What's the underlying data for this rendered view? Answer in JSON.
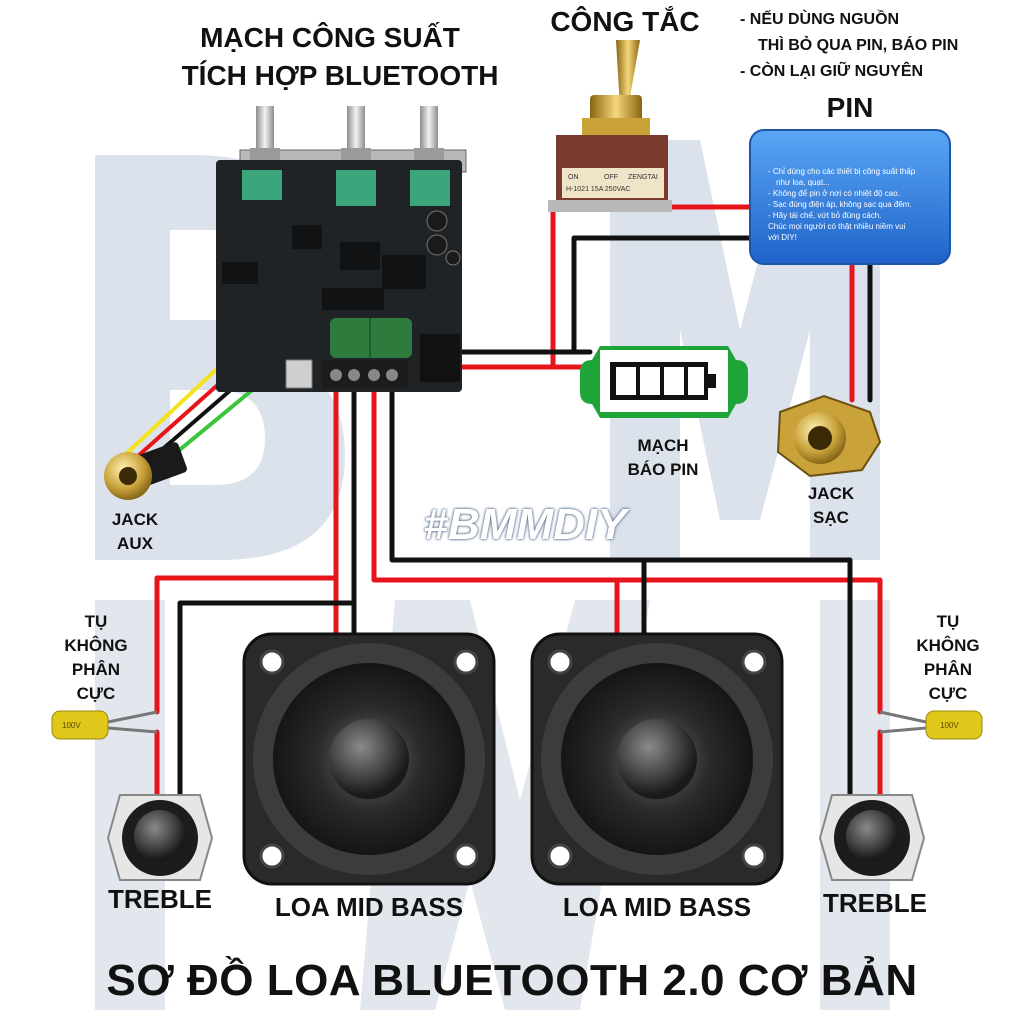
{
  "title": "SƠ ĐỒ LOA BLUETOOTH 2.0 CƠ BẢN",
  "watermark": "#BMMDIY",
  "labels": {
    "amp_line1": "MẠCH CÔNG SUẤT",
    "amp_line2": "TÍCH HỢP BLUETOOTH",
    "switch": "CÔNG TẮC",
    "battery": "PIN",
    "indicator_line1": "MẠCH",
    "indicator_line2": "BÁO PIN",
    "charge_jack_line1": "JACK",
    "charge_jack_line2": "SẠC",
    "aux_jack_line1": "JACK",
    "aux_jack_line2": "AUX",
    "cap_line1": "TỤ",
    "cap_line2": "KHÔNG",
    "cap_line3": "PHÂN",
    "cap_line4": "CỰC",
    "treble": "TREBLE",
    "midbass": "LOA MID BASS"
  },
  "notes": [
    "- NẾU DÙNG NGUỒN",
    "THÌ BỎ QUA PIN, BÁO PIN",
    "- CÒN LẠI GIỮ NGUYÊN"
  ],
  "battery_sticker": [
    "- Chỉ dùng cho các thiết bị công suất thấp",
    "như loa, quạt...",
    "- Không để pin ở nơi có nhiệt độ cao.",
    "- Sạc đúng điện áp, không sạc qua đêm.",
    "- Hãy tái chế, vứt bỏ đúng cách.",
    "Chúc mọi người có thật nhiều niềm vui",
    "với DIY!"
  ],
  "switch_plate": {
    "on": "ON",
    "off": "OFF",
    "brand": "ZENGTAI",
    "rating": "H-1021 15A 250VAC"
  },
  "capacitor_text": "100V",
  "colors": {
    "wire_red": "#e8141b",
    "wire_black": "#111111",
    "wire_yellow": "#f3e21c",
    "wire_green": "#3cc43c",
    "battery": "#2f7fe0",
    "indicator": "#1fa43a",
    "pcb": "#202326",
    "watermark": "#cfd8e4"
  }
}
